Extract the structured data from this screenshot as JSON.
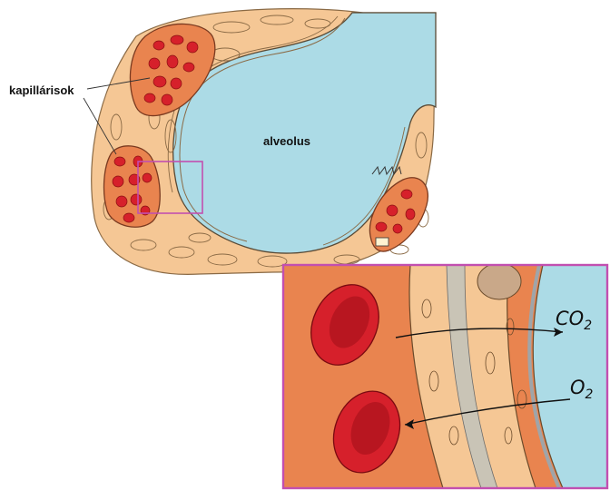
{
  "labels": {
    "capillaries": "kapillárisok",
    "alveolus": "alveolus",
    "co2_main": "CO",
    "co2_sub": "2",
    "o2_main": "O",
    "o2_sub": "2"
  },
  "colors": {
    "tissue": "#f5c795",
    "tissue_outline": "#8a6a45",
    "alveolus_air": "#acdbe6",
    "capillary_plasma": "#e9844f",
    "red_blood_cell": "#d6202b",
    "highlight_frame": "#c24fb0"
  }
}
